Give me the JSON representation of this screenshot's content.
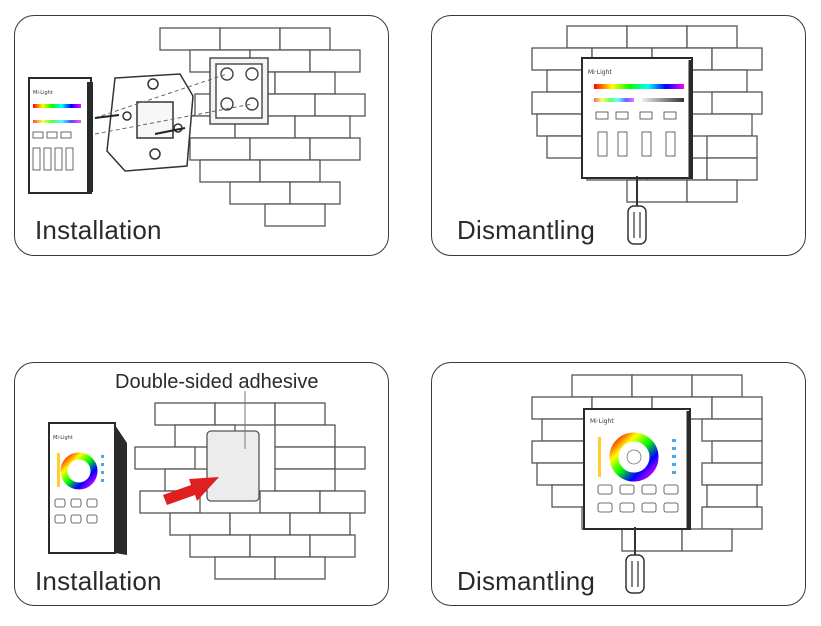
{
  "panels": [
    {
      "caption": "Installation"
    },
    {
      "caption": "Dismantling"
    },
    {
      "caption": "Installation",
      "callout": "Double-sided adhesive"
    },
    {
      "caption": "Dismantling"
    }
  ],
  "device": {
    "brand": "Mi·Light"
  },
  "colors": {
    "border": "#3a3a3a",
    "brick_line": "#555555",
    "arrow": "#e02020",
    "panel_frame": "#2a2a2a"
  }
}
